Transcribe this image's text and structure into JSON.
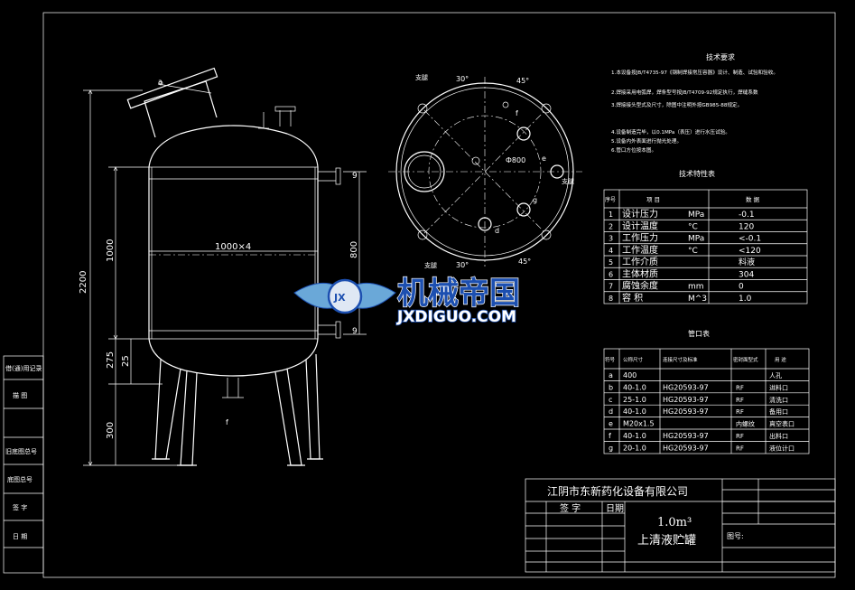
{
  "dimensions": {
    "total_height": "2200",
    "shell_height": "1000",
    "leg_height": "300",
    "bottom_offset": "275",
    "bottom_small": "25",
    "diameter": "1000×4",
    "nozzle_span": "800",
    "top_marker": "9",
    "bottom_marker": "9"
  },
  "tech_requirements": {
    "title": "技术要求",
    "items": [
      "1.本设备按JB/T4735-97《钢制焊接常压容器》设计、制造、试验和验收。",
      "2.焊接采用电弧焊，焊条型号按JB/T4709-92规定执行，焊缝系数",
      "3.焊接接头型式及尺寸，除图中注明外按GB985-88规定。",
      "4.设备制造完毕，以0.1MPa（表压）进行水压试验。",
      "5.设备内外表面进行抛光处理。",
      "6.管口方位按本图。"
    ]
  },
  "characteristics": {
    "title": "技术特性表",
    "headers": [
      "序号",
      "项 目",
      "数 据"
    ],
    "rows": [
      {
        "no": "1",
        "item": "设计压力",
        "unit": "MPa",
        "value": "-0.1"
      },
      {
        "no": "2",
        "item": "设计温度",
        "unit": "°C",
        "value": "120"
      },
      {
        "no": "3",
        "item": "工作压力",
        "unit": "MPa",
        "value": "<-0.1"
      },
      {
        "no": "4",
        "item": "工作温度",
        "unit": "°C",
        "value": "<120"
      },
      {
        "no": "5",
        "item": "工作介质",
        "unit": "",
        "value": "料液"
      },
      {
        "no": "6",
        "item": "主体材质",
        "unit": "",
        "value": "304"
      },
      {
        "no": "7",
        "item": "腐蚀余度",
        "unit": "mm",
        "value": "0"
      },
      {
        "no": "8",
        "item": "容 积",
        "unit": "M^3",
        "value": "1.0"
      }
    ]
  },
  "nozzles": {
    "title": "管口表",
    "headers": [
      "符号",
      "公称尺寸",
      "连接尺寸及标准",
      "密封面型式",
      "用 途"
    ],
    "rows": [
      {
        "mark": "a",
        "size": "400",
        "std": "",
        "face": "",
        "use": "人孔"
      },
      {
        "mark": "b",
        "size": "40-1.0",
        "std": "HG20593-97",
        "face": "RF",
        "use": "进料口"
      },
      {
        "mark": "c",
        "size": "25-1.0",
        "std": "HG20593-97",
        "face": "RF",
        "use": "清洗口"
      },
      {
        "mark": "d",
        "size": "40-1.0",
        "std": "HG20593-97",
        "face": "RF",
        "use": "备用口"
      },
      {
        "mark": "e",
        "size": "M20x1.5",
        "std": "",
        "face": "内螺纹",
        "use": "真空表口"
      },
      {
        "mark": "f",
        "size": "40-1.0",
        "std": "HG20593-97",
        "face": "RF",
        "use": "出料口"
      },
      {
        "mark": "g",
        "size": "20-1.0",
        "std": "HG20593-97",
        "face": "RF",
        "use": "液位计口"
      }
    ]
  },
  "title_block": {
    "company": "江阴市东新药化设备有限公司",
    "sign_label": "签 字",
    "date_label": "日期",
    "volume": "1.0m³",
    "drawing_name": "上清液贮罐",
    "drawing_no_label": "图号:"
  },
  "side_table": {
    "labels": [
      "借(通)用记录",
      "描 图",
      "旧底图总号",
      "底图总号",
      "签 字",
      "日 期"
    ]
  },
  "watermark": {
    "cn": "机械帝国",
    "en": "JXDIGUO.COM",
    "logo_letters": "JX"
  },
  "plan_view": {
    "angle_labels": [
      "30°",
      "45°",
      "45°",
      "30°"
    ],
    "dia_label": "Ф800",
    "ref_labels": [
      "支腿",
      "支腿",
      "支腿"
    ]
  }
}
